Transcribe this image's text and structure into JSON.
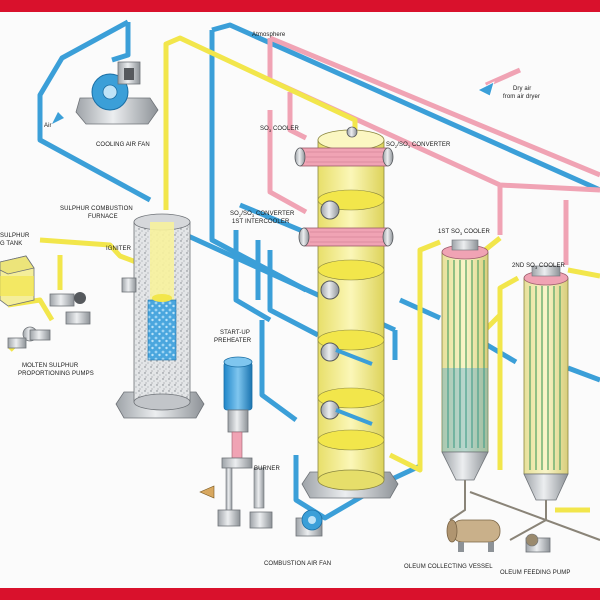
{
  "frame": {
    "accent": "#d9112c"
  },
  "colors": {
    "blue_pipe": "#3b9fd8",
    "yellow_pipe": "#f2e64b",
    "pink_pipe": "#f0a3b4",
    "tower_yellow": "#f7f29c",
    "steel": "#c9ccd0",
    "dark": "#56595d"
  },
  "labels": {
    "atmosphere": "Atmosphere",
    "dry_air": "Dry air",
    "from_air_dryer": "from air dryer",
    "air": "Air",
    "cooling_air_fan": "COOLING AIR FAN",
    "so3_cooler": "SO",
    "so3_cooler_sub": "3",
    "so3_cooler_rest": " COOLER",
    "converter": "SO",
    "converter_sub1": "2",
    "converter_mid": "/SO",
    "converter_sub2": "3",
    "converter_rest": " CONVERTER",
    "converter_1st_a": "SO",
    "converter_1st_sub1": "2",
    "converter_1st_mid": "/SO",
    "converter_1st_sub2": "3",
    "converter_1st_rest": " CONVERTER",
    "first_intercooler": "1ST INTERCOOLER",
    "sulphur_combustion": "SULPHUR COMBUSTION",
    "furnace": "FURNACE",
    "igniter": "IGNITER",
    "sulphur_tank_line1": "SULPHUR",
    "sulphur_tank_line2": "G TANK",
    "molten_sulphur_line1": "MOLTEN SULPHUR",
    "molten_sulphur_line2": "PROPORTIONING PUMPS",
    "startup_line1": "START-UP",
    "startup_line2": "PREHEATER",
    "burner": "BURNER",
    "combustion_air_fan": "COMBUSTION AIR FAN",
    "first_so3_cooler_a": "1ST SO",
    "first_so3_cooler_sub": "3",
    "first_so3_cooler_rest": " COOLER",
    "second_so3_cooler_a": "2ND SO",
    "second_so3_cooler_sub": "3",
    "second_so3_cooler_rest": " COOLER",
    "oleum_collecting_vessel": "OLEUM COLLECTING VESSEL",
    "oleum_feeding_pump": "OLEUM FEEDING PUMP"
  }
}
